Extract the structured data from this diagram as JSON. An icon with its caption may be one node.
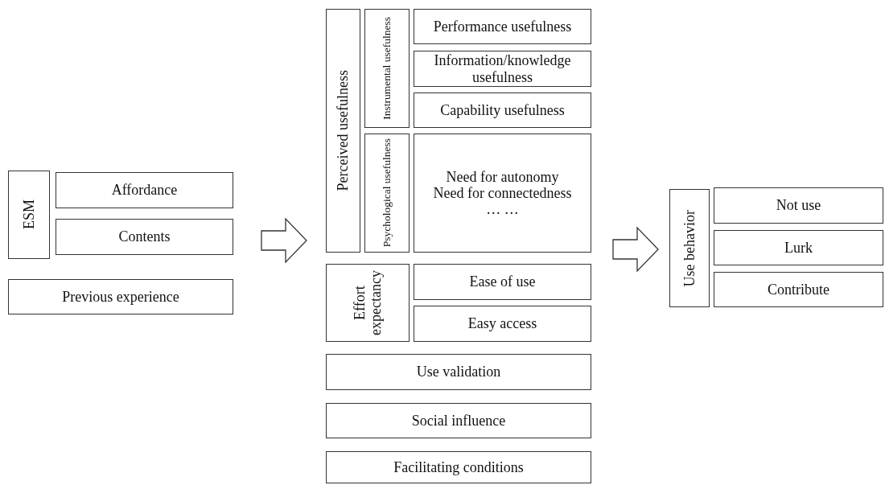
{
  "diagram": {
    "nodes": [
      {
        "text": [
          "ESM"
        ]
      },
      {
        "text": [
          "Affordance"
        ]
      },
      {
        "text": [
          "Contents"
        ]
      },
      {
        "text": [
          "Previous experience"
        ]
      },
      {
        "text": [
          "Perceived usefulness"
        ]
      },
      {
        "text": [
          "Instrumental usefulness"
        ]
      },
      {
        "text": [
          "Performance usefulness"
        ]
      },
      {
        "text": [
          "Information/knowledge usefulness"
        ]
      },
      {
        "text": [
          "Capability usefulness"
        ]
      },
      {
        "text": [
          "Psychological usefulness"
        ]
      },
      {
        "text": [
          "Need for autonomy",
          "Need for connectedness",
          "… …"
        ]
      },
      {
        "text": [
          "Effort expectancy"
        ]
      },
      {
        "text": [
          "Ease of use"
        ]
      },
      {
        "text": [
          "Easy access"
        ]
      },
      {
        "text": [
          "Use validation"
        ]
      },
      {
        "text": [
          "Social influence"
        ]
      },
      {
        "text": [
          "Facilitating conditions"
        ]
      },
      {
        "text": [
          "Use behavior"
        ]
      },
      {
        "text": [
          "Not use"
        ]
      },
      {
        "text": [
          "Lurk"
        ]
      },
      {
        "text": [
          "Contribute"
        ]
      }
    ],
    "edges": [
      {
        "from": 2,
        "to": 4,
        "arrow": "to"
      },
      {
        "from": 10,
        "to": 17,
        "arrow": "to"
      }
    ]
  }
}
